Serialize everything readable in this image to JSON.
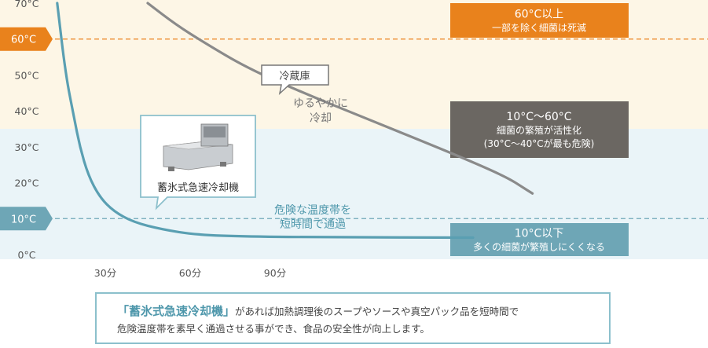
{
  "chart_data": {
    "type": "line",
    "y_ticks": [
      "0°C",
      "10°C",
      "20°C",
      "30°C",
      "40°C",
      "50°C",
      "60°C",
      "70°C"
    ],
    "y_tick_values": [
      0,
      10,
      20,
      30,
      40,
      50,
      60,
      70
    ],
    "x_ticks": [
      "30分",
      "60分",
      "90分"
    ],
    "x_tick_values": [
      30,
      60,
      90
    ],
    "ylim": [
      0,
      70
    ],
    "grid": false,
    "reference_lines": [
      {
        "value": 60,
        "label": "60°C"
      },
      {
        "value": 10,
        "label": "10°C"
      }
    ],
    "zones": [
      {
        "from": 60,
        "to": 70,
        "title": "60°C以上",
        "desc": [
          "一部を除く細菌は死滅"
        ],
        "color": "#e9821c"
      },
      {
        "from": 10,
        "to": 60,
        "title": "10°C～60°C",
        "desc": [
          "細菌の繁殖が活性化",
          "(30°C～40°Cが最も危険)"
        ],
        "color": "#6b6762"
      },
      {
        "from": 0,
        "to": 10,
        "title": "10°C以下",
        "desc": [
          "多くの細菌が繁殖しにくくなる"
        ],
        "color": "#6ea6b6"
      }
    ],
    "series": [
      {
        "name": "蓄氷式急速冷却機",
        "color": "#5a9fb2",
        "points": [
          [
            13,
            70
          ],
          [
            16,
            50
          ],
          [
            19,
            38
          ],
          [
            21,
            30
          ],
          [
            24,
            22
          ],
          [
            28,
            16
          ],
          [
            33,
            12
          ],
          [
            40,
            9
          ],
          [
            50,
            7
          ],
          [
            62,
            5.5
          ],
          [
            80,
            5
          ],
          [
            110,
            4.8
          ],
          [
            160,
            4.7
          ]
        ]
      },
      {
        "name": "冷蔵庫",
        "color": "#8a8a8a",
        "points": [
          [
            45,
            70
          ],
          [
            55,
            64
          ],
          [
            65,
            59
          ],
          [
            80,
            52
          ],
          [
            100,
            45
          ],
          [
            125,
            37
          ],
          [
            150,
            29
          ],
          [
            165,
            24
          ],
          [
            173,
            21
          ],
          [
            177,
            19
          ],
          [
            181,
            17
          ]
        ]
      }
    ],
    "annotations": {
      "fridge_label": "冷蔵庫",
      "slow_cool": [
        "ゆるやかに",
        "冷却"
      ],
      "machine_label": "蓄氷式急速冷却機",
      "danger_pass": [
        "危険な温度帯を",
        "短時間で通過"
      ]
    }
  },
  "caption": {
    "highlight": "「蓄氷式急速冷却機」",
    "line1_rest": "があれば加熱調理後のスープやソースや真空パック品を短時間で",
    "line2": "危険温度帯を素早く通過させる事ができ、食品の安全性が向上します。"
  }
}
